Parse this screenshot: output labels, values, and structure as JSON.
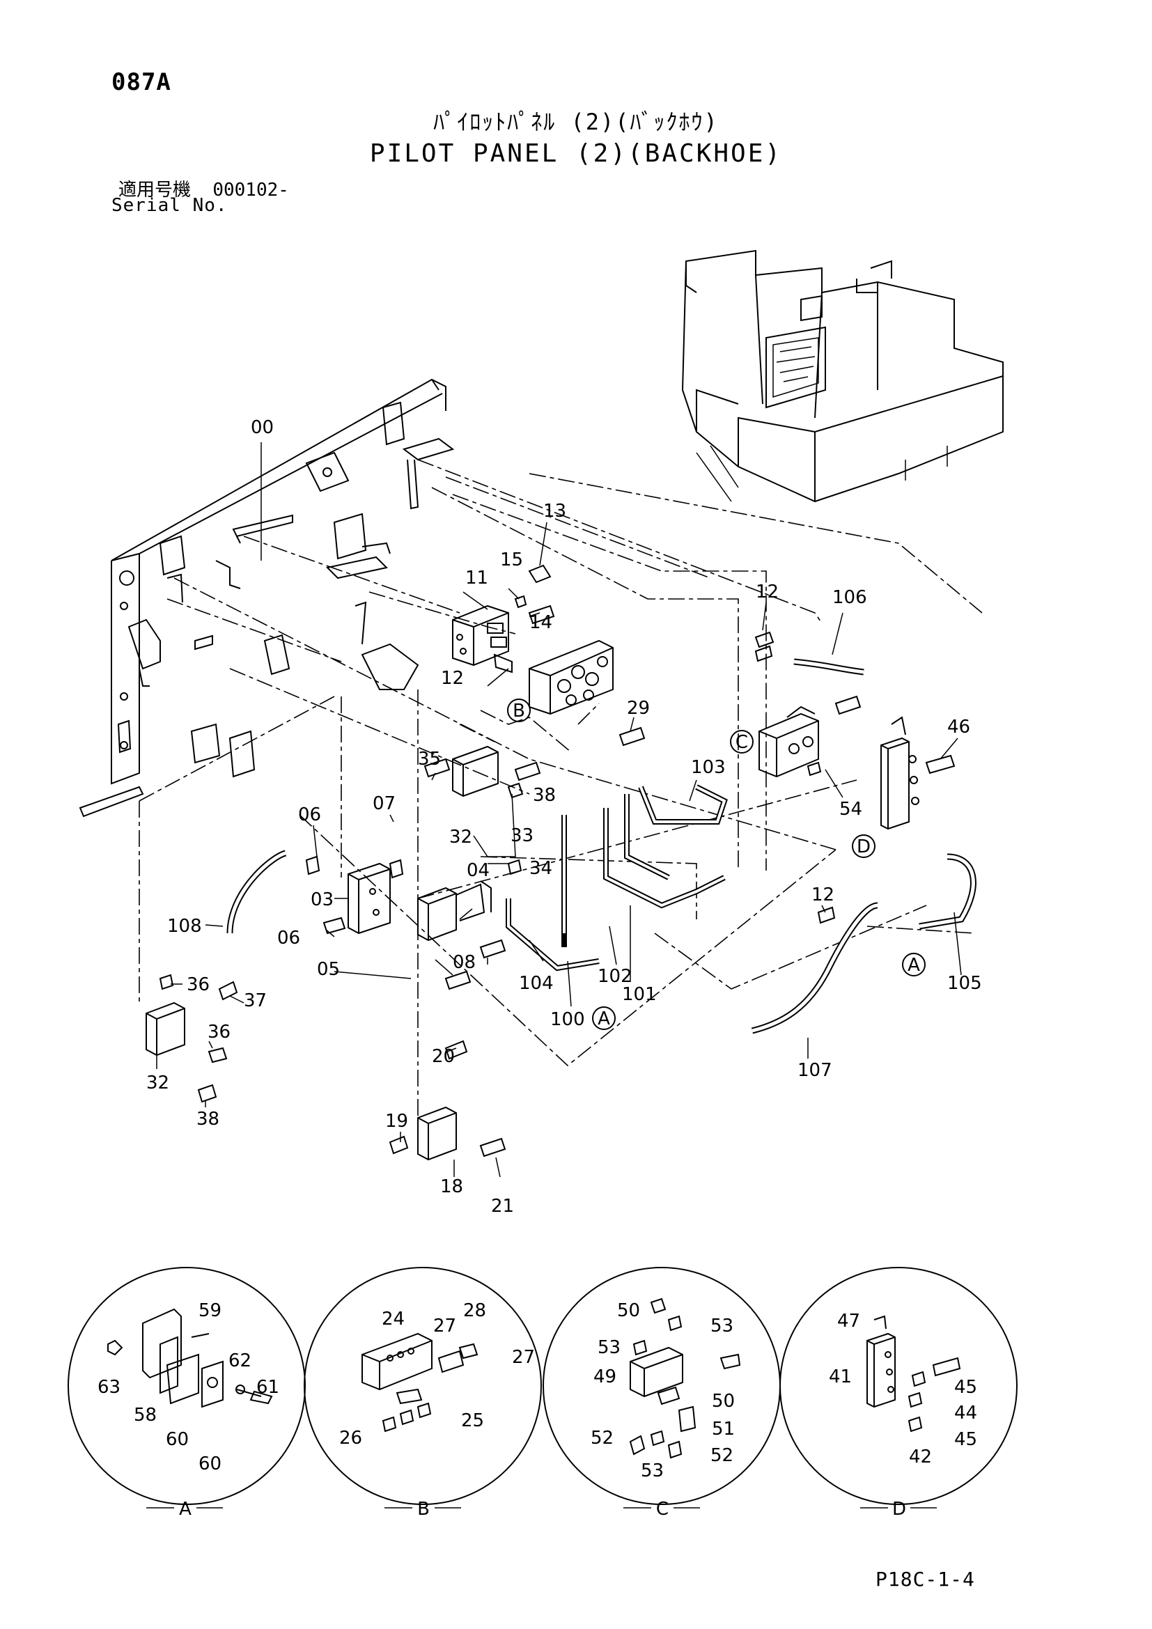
{
  "header": {
    "page_code": "087A",
    "title_jp": "ﾊﾟｲﾛｯﾄﾊﾟﾈﾙ (2)(ﾊﾞｯｸﾎｳ)",
    "title_en": "PILOT PANEL (2)(BACKHOE)",
    "serial_label_jp": "適用号機",
    "serial_value": "000102-",
    "serial_label_en": "Serial No."
  },
  "footer": {
    "code": "P18C-1-4"
  },
  "callouts": {
    "main": [
      "00",
      "13",
      "15",
      "11",
      "14",
      "12",
      "12",
      "106",
      "29",
      "46",
      "35",
      "07",
      "06",
      "32",
      "33",
      "38",
      "34",
      "04",
      "03",
      "06",
      "08",
      "05",
      "103",
      "54",
      "102",
      "101",
      "100",
      "104",
      "12",
      "105",
      "107",
      "108",
      "36",
      "37",
      "36",
      "32",
      "38",
      "20",
      "19",
      "18",
      "21"
    ],
    "detail_a": [
      "59",
      "63",
      "58",
      "60",
      "62",
      "61",
      "60"
    ],
    "detail_b": [
      "24",
      "27",
      "28",
      "27",
      "26",
      "25"
    ],
    "detail_c": [
      "50",
      "53",
      "53",
      "49",
      "50",
      "51",
      "52",
      "52",
      "53"
    ],
    "detail_d": [
      "47",
      "41",
      "45",
      "44",
      "45",
      "42"
    ]
  },
  "ref_markers": [
    "A",
    "A",
    "B",
    "C",
    "D"
  ],
  "detail_labels": [
    "A",
    "B",
    "C",
    "D"
  ]
}
